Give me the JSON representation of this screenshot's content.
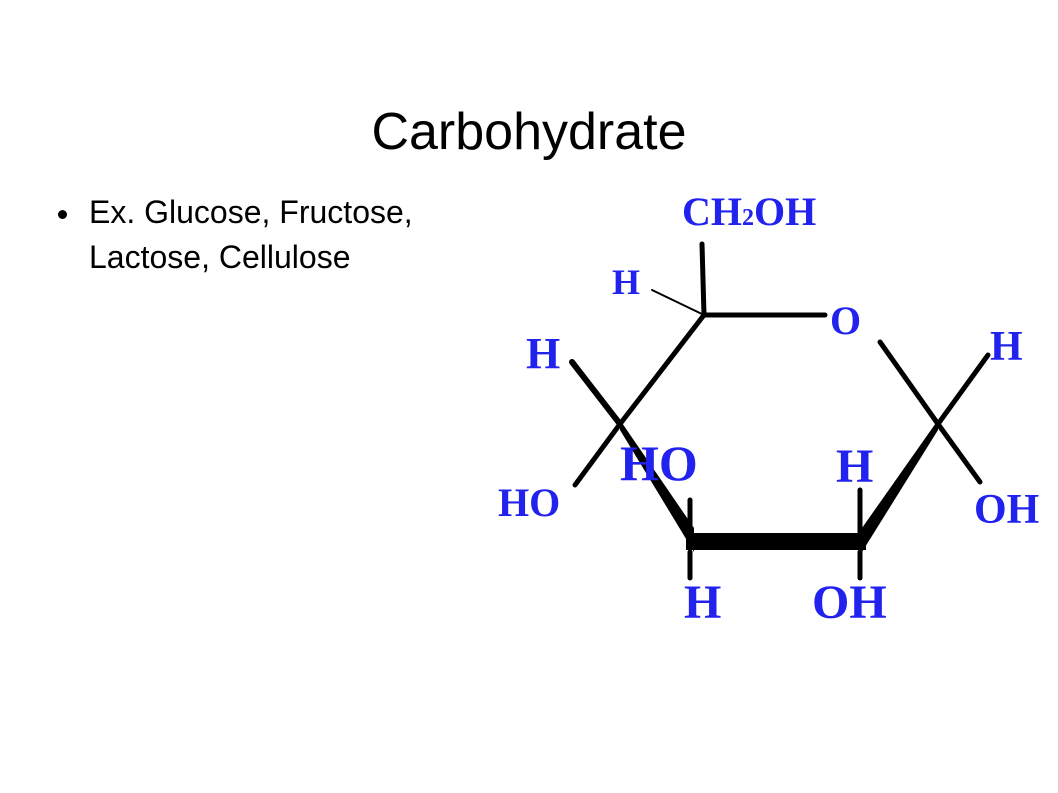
{
  "slide": {
    "title": "Carbohydrate",
    "bullets": [
      "Ex. Glucose, Fructose, Lactose, Cellulose"
    ]
  },
  "diagram": {
    "colors": {
      "atom_label": "#2222ee",
      "bond": "#000000"
    },
    "labels": {
      "ch2oh_c": "CH",
      "ch2oh_sub": "2",
      "ch2oh_oh": "OH",
      "c5_h": "H",
      "ring_o": "O",
      "c1_h": "H",
      "c1_oh": "OH",
      "c4_h": "H",
      "c4_ho": "HO",
      "c3_ho": "HO",
      "c3_h": "H",
      "c2_h": "H",
      "c2_oh": "OH"
    }
  }
}
